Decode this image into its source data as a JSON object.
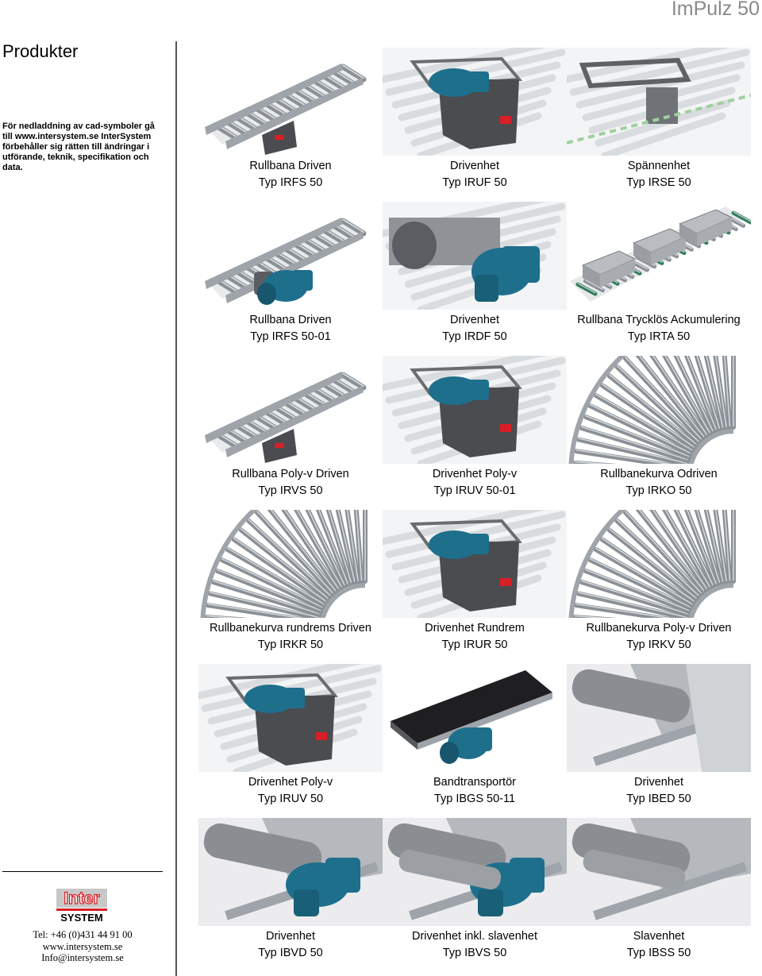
{
  "header": {
    "brand": "ImPulz 50"
  },
  "sidebar": {
    "title": "Produkter",
    "note": "För nedladdning av cad-symboler gå till www.intersystem.se InterSystem förbehåller sig rätten till ändringar i utförande, teknik, specifikation och data.",
    "logo": {
      "top": "Inter",
      "bottom": "SYSTEM"
    },
    "contact": {
      "phone": "Tel: +46 (0)431 44 91 00",
      "web": "www.intersystem.se",
      "email": "Info@intersystem.se"
    }
  },
  "products": [
    {
      "name": "Rullbana Driven",
      "type": "Typ IRFS 50",
      "illustration": "straight-conveyor-drive"
    },
    {
      "name": "Drivenhet",
      "type": "Typ IRUF 50",
      "illustration": "drive-unit"
    },
    {
      "name": "Spännenhet",
      "type": "Typ IRSE 50",
      "illustration": "tension-unit"
    },
    {
      "name": "Rullbana Driven",
      "type": "Typ IRFS 50-01",
      "illustration": "straight-conveyor-motor"
    },
    {
      "name": "Drivenhet",
      "type": "Typ IRDF 50",
      "illustration": "drive-unit-motor"
    },
    {
      "name": "Rullbana Trycklös Ackumulering",
      "type": "Typ IRTA 50",
      "illustration": "accumulation-conveyor"
    },
    {
      "name": "Rullbana Poly-v Driven",
      "type": "Typ IRVS 50",
      "illustration": "straight-conveyor-drive"
    },
    {
      "name": "Drivenhet Poly-v",
      "type": "Typ IRUV 50-01",
      "illustration": "drive-unit"
    },
    {
      "name": "Rullbanekurva Odriven",
      "type": "Typ IRKO 50",
      "illustration": "curve-conveyor"
    },
    {
      "name": "Rullbanekurva rundrems Driven",
      "type": "Typ IRKR 50",
      "illustration": "curve-conveyor"
    },
    {
      "name": "Drivenhet Rundrem",
      "type": "Typ IRUR 50",
      "illustration": "drive-unit"
    },
    {
      "name": "Rullbanekurva Poly-v Driven",
      "type": "Typ IRKV 50",
      "illustration": "curve-conveyor"
    },
    {
      "name": "Drivenhet Poly-v",
      "type": "Typ IRUV 50",
      "illustration": "drive-unit"
    },
    {
      "name": "Bandtransportör",
      "type": "Typ IBGS 50-11",
      "illustration": "belt-conveyor"
    },
    {
      "name": "Drivenhet",
      "type": "Typ IBED 50",
      "illustration": "belt-end"
    },
    {
      "name": "Drivenhet",
      "type": "Typ IBVD 50",
      "illustration": "belt-drive-motor"
    },
    {
      "name": "Drivenhet inkl. slavenhet",
      "type": "Typ IBVS 50",
      "illustration": "belt-drive-slave"
    },
    {
      "name": "Slavenhet",
      "type": "Typ IBSS 50",
      "illustration": "belt-slave"
    }
  ],
  "colors": {
    "motor": "#1e6f8c",
    "frame": "#9ea4aa",
    "roller": "#8a9096",
    "housing": "#4a4c50"
  }
}
